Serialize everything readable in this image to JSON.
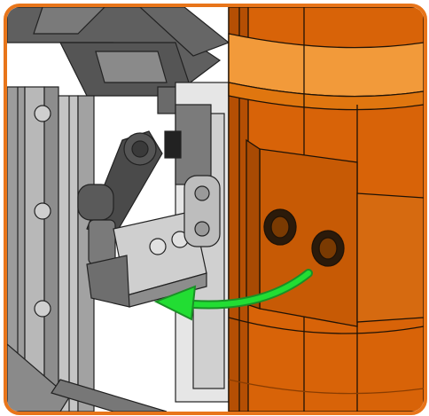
{
  "illustration": {
    "frame_color": "#e8751a",
    "background_color": "#ffffff",
    "orange_part_color": "#d9660a",
    "orange_highlight_color": "#f29a3a",
    "gray_part_color": "#6e6e6e",
    "light_gray_part_color": "#bdbdbd",
    "arrow_color": "#22dd33",
    "arrow_direction": "left",
    "icons": [
      "gray-lego-bracket-assembly",
      "orange-cylindrical-part",
      "green-curved-arrow"
    ]
  }
}
